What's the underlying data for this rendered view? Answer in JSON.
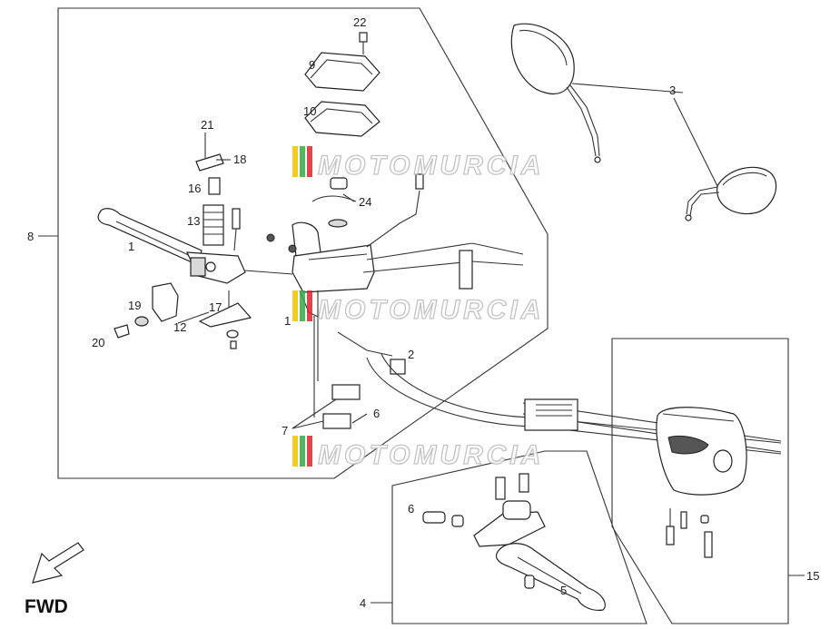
{
  "fwd_label": "FWD",
  "watermark_text": "MOTOMURCIA",
  "watermark_colors": [
    "#f2c200",
    "#3aa845",
    "#d9262c"
  ],
  "callouts": {
    "c1a": "1",
    "c1b": "1",
    "c2": "2",
    "c3": "3",
    "c4": "4",
    "c5": "5",
    "c6a": "6",
    "c6b": "6",
    "c7": "7",
    "c8": "8",
    "c9": "9",
    "c10": "10",
    "c12": "12",
    "c13": "13",
    "c15": "15",
    "c16": "16",
    "c17": "17",
    "c18": "18",
    "c19": "19",
    "c20": "20",
    "c21": "21",
    "c22": "22",
    "c24": "24"
  }
}
